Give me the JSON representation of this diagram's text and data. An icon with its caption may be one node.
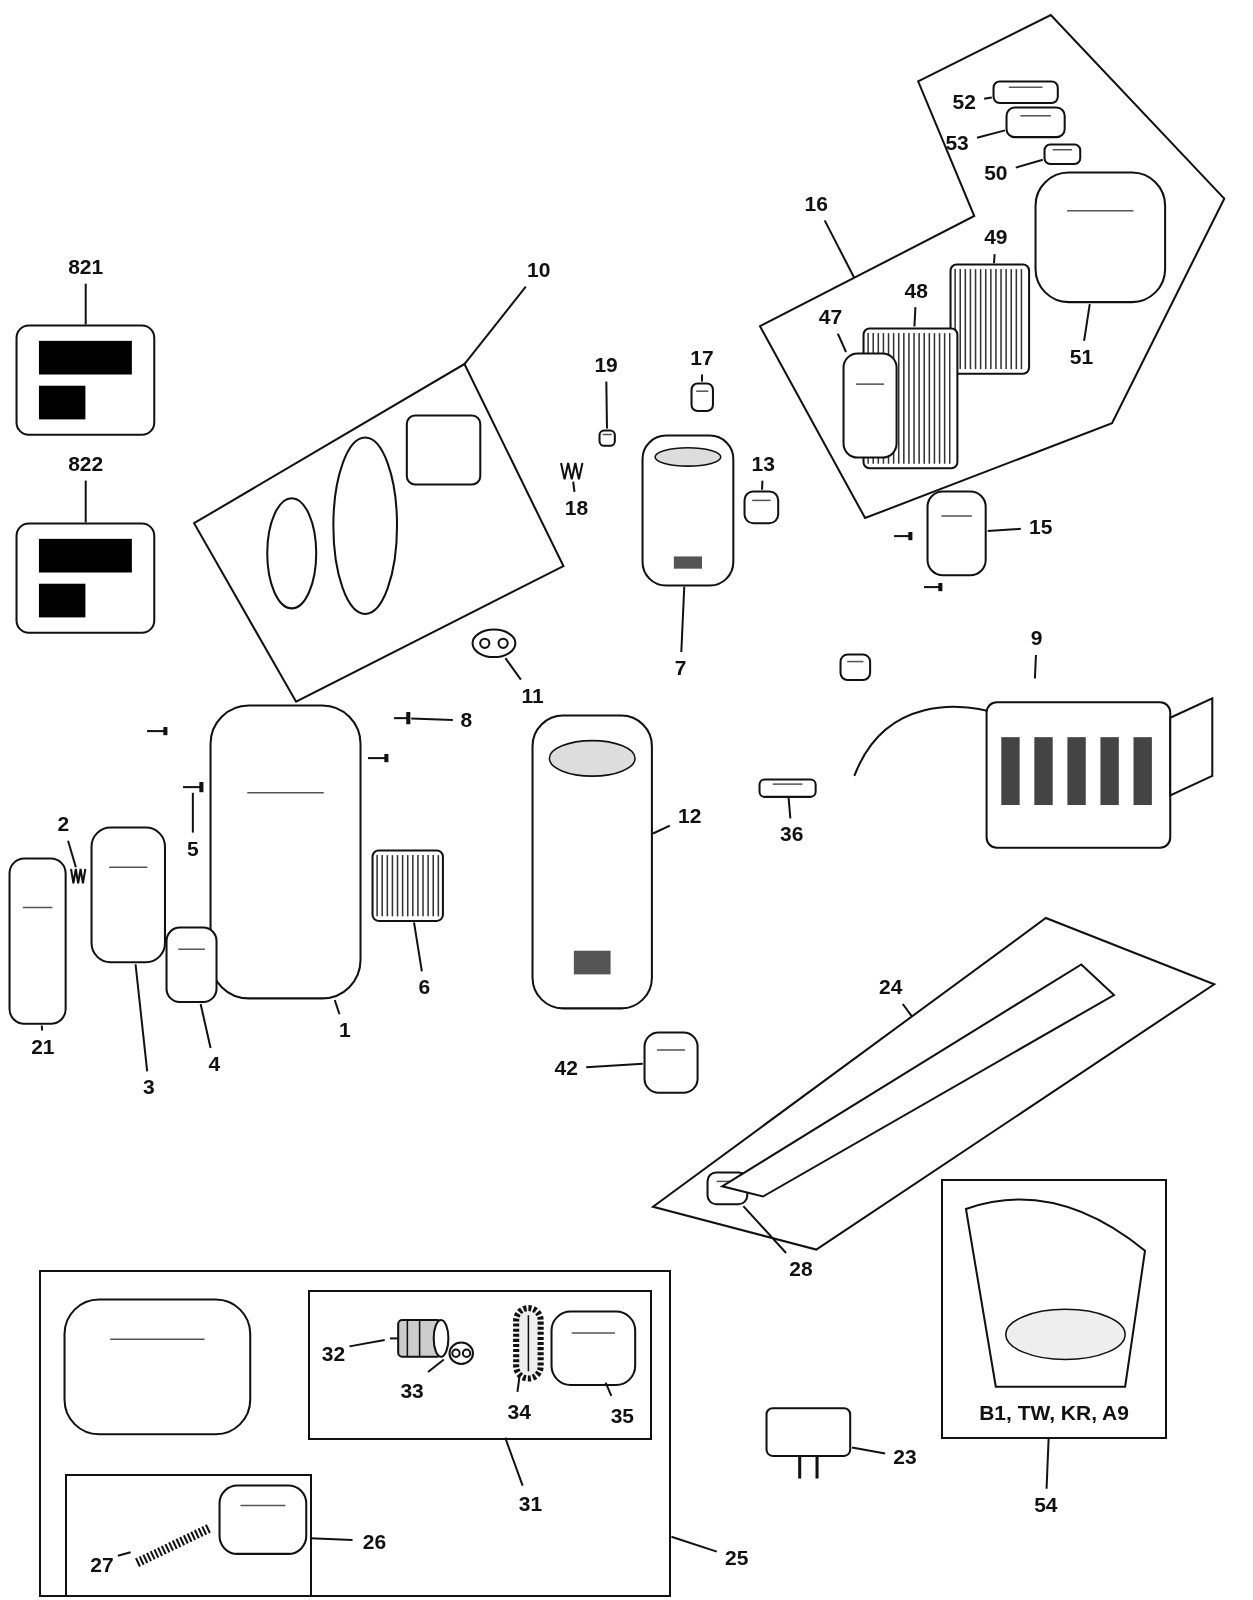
{
  "diagram": {
    "nodes": [
      {
        "text": [
          "821"
        ]
      },
      {
        "text": [],
        "shape": "picture"
      },
      {
        "text": [
          "822"
        ]
      },
      {
        "text": [],
        "shape": "picture"
      },
      {
        "text": [
          "10"
        ]
      },
      {
        "text": [],
        "shape": "box"
      },
      {
        "text": [
          "11"
        ]
      },
      {
        "text": [],
        "shape": "picture"
      },
      {
        "text": [
          "19"
        ]
      },
      {
        "text": [],
        "shape": "picture"
      },
      {
        "text": [
          "18"
        ]
      },
      {
        "text": [],
        "shape": "picture"
      },
      {
        "text": [
          "17"
        ]
      },
      {
        "text": [],
        "shape": "picture"
      },
      {
        "text": [
          "13"
        ]
      },
      {
        "text": [],
        "shape": "picture"
      },
      {
        "text": [
          "7"
        ]
      },
      {
        "text": [],
        "shape": "picture"
      },
      {
        "text": [
          "16"
        ]
      },
      {
        "text": [],
        "shape": "box"
      },
      {
        "text": [
          "52"
        ],
        "in": 19
      },
      {
        "text": [],
        "shape": "picture",
        "in": 19
      },
      {
        "text": [
          "53"
        ],
        "in": 19
      },
      {
        "text": [],
        "shape": "picture",
        "in": 19
      },
      {
        "text": [
          "50"
        ],
        "in": 19
      },
      {
        "text": [],
        "shape": "picture",
        "in": 19
      },
      {
        "text": [
          "49"
        ],
        "in": 19
      },
      {
        "text": [],
        "shape": "picture",
        "in": 19
      },
      {
        "text": [
          "48"
        ],
        "in": 19
      },
      {
        "text": [],
        "shape": "picture",
        "in": 19
      },
      {
        "text": [
          "47"
        ],
        "in": 19
      },
      {
        "text": [],
        "shape": "picture",
        "in": 19
      },
      {
        "text": [
          "51"
        ],
        "in": 19
      },
      {
        "text": [],
        "shape": "picture",
        "in": 19
      },
      {
        "text": [
          "15"
        ]
      },
      {
        "text": [],
        "shape": "picture"
      },
      {
        "text": [
          "9"
        ]
      },
      {
        "text": [],
        "shape": "picture"
      },
      {
        "text": [
          "8"
        ]
      },
      {
        "text": [],
        "shape": "picture"
      },
      {
        "text": [
          "36"
        ]
      },
      {
        "text": [],
        "shape": "picture"
      },
      {
        "text": [
          "12"
        ]
      },
      {
        "text": [],
        "shape": "picture"
      },
      {
        "text": [
          "5"
        ]
      },
      {
        "text": [],
        "shape": "picture"
      },
      {
        "text": [
          "2"
        ]
      },
      {
        "text": [],
        "shape": "picture"
      },
      {
        "text": [
          "6"
        ]
      },
      {
        "text": [],
        "shape": "picture"
      },
      {
        "text": [
          "1"
        ]
      },
      {
        "text": [],
        "shape": "picture"
      },
      {
        "text": [
          "21"
        ]
      },
      {
        "text": [],
        "shape": "picture"
      },
      {
        "text": [
          "3"
        ]
      },
      {
        "text": [],
        "shape": "picture"
      },
      {
        "text": [
          "4"
        ]
      },
      {
        "text": [],
        "shape": "picture"
      },
      {
        "text": [
          "42"
        ]
      },
      {
        "text": [],
        "shape": "picture"
      },
      {
        "text": [
          "24"
        ]
      },
      {
        "text": [],
        "shape": "box"
      },
      {
        "text": [
          "28"
        ]
      },
      {
        "text": [],
        "shape": "picture",
        "in": 61
      },
      {
        "text": [
          "B1, TW, KR, A9"
        ]
      },
      {
        "text": [
          "54"
        ]
      },
      {
        "text": [
          "23"
        ]
      },
      {
        "text": [],
        "shape": "picture"
      },
      {
        "text": [],
        "shape": "box"
      },
      {
        "text": [],
        "shape": "box",
        "in": 68
      },
      {
        "text": [
          "32"
        ],
        "in": 69
      },
      {
        "text": [],
        "shape": "picture",
        "in": 69
      },
      {
        "text": [
          "33"
        ],
        "in": 69
      },
      {
        "text": [],
        "shape": "picture",
        "in": 69
      },
      {
        "text": [
          "34"
        ],
        "in": 69
      },
      {
        "text": [],
        "shape": "picture",
        "in": 69
      },
      {
        "text": [
          "35"
        ],
        "in": 69
      },
      {
        "text": [],
        "shape": "picture",
        "in": 69
      },
      {
        "text": [
          "31"
        ],
        "in": 68
      },
      {
        "text": [],
        "shape": "box",
        "in": 68
      },
      {
        "text": [
          "27"
        ],
        "in": 79
      },
      {
        "text": [],
        "shape": "picture",
        "in": 79
      },
      {
        "text": [
          "26"
        ],
        "in": 68
      },
      {
        "text": [
          "25"
        ]
      }
    ],
    "edges": [
      {
        "from": 0,
        "to": 1,
        "arrow": "none"
      },
      {
        "from": 2,
        "to": 3,
        "arrow": "none"
      },
      {
        "from": 4,
        "to": 5,
        "arrow": "none"
      },
      {
        "from": 6,
        "to": 7,
        "arrow": "none"
      },
      {
        "from": 8,
        "to": 9,
        "arrow": "none"
      },
      {
        "from": 10,
        "to": 11,
        "arrow": "none"
      },
      {
        "from": 12,
        "to": 13,
        "arrow": "none"
      },
      {
        "from": 14,
        "to": 15,
        "arrow": "none"
      },
      {
        "from": 16,
        "to": 17,
        "arrow": "none"
      },
      {
        "from": 18,
        "to": 19,
        "arrow": "none"
      },
      {
        "from": 20,
        "to": 21,
        "arrow": "none"
      },
      {
        "from": 22,
        "to": 23,
        "arrow": "none"
      },
      {
        "from": 24,
        "to": 25,
        "arrow": "none"
      },
      {
        "from": 26,
        "to": 27,
        "arrow": "none"
      },
      {
        "from": 28,
        "to": 29,
        "arrow": "none"
      },
      {
        "from": 30,
        "to": 31,
        "arrow": "none"
      },
      {
        "from": 32,
        "to": 33,
        "arrow": "none"
      },
      {
        "from": 34,
        "to": 35,
        "arrow": "none"
      },
      {
        "from": 36,
        "to": 37,
        "arrow": "none"
      },
      {
        "from": 38,
        "to": 39,
        "arrow": "none"
      },
      {
        "from": 40,
        "to": 41,
        "arrow": "none"
      },
      {
        "from": 42,
        "to": 43,
        "arrow": "none"
      },
      {
        "from": 44,
        "to": 45,
        "arrow": "none"
      },
      {
        "from": 46,
        "to": 47,
        "arrow": "none"
      },
      {
        "from": 48,
        "to": 49,
        "arrow": "none"
      },
      {
        "from": 50,
        "to": 51,
        "arrow": "none"
      },
      {
        "from": 52,
        "to": 53,
        "arrow": "none"
      },
      {
        "from": 54,
        "to": 55,
        "arrow": "none"
      },
      {
        "from": 56,
        "to": 57,
        "arrow": "none"
      },
      {
        "from": 58,
        "to": 59,
        "arrow": "none"
      },
      {
        "from": 60,
        "to": 61,
        "arrow": "none"
      },
      {
        "from": 62,
        "to": 63,
        "arrow": "none"
      },
      {
        "from": 65,
        "to": 64,
        "arrow": "none"
      },
      {
        "from": 66,
        "to": 67,
        "arrow": "none"
      },
      {
        "from": 70,
        "to": 71,
        "arrow": "none"
      },
      {
        "from": 72,
        "to": 73,
        "arrow": "none"
      },
      {
        "from": 74,
        "to": 75,
        "arrow": "none"
      },
      {
        "from": 76,
        "to": 77,
        "arrow": "none"
      },
      {
        "from": 78,
        "to": 69,
        "arrow": "none"
      },
      {
        "from": 80,
        "to": 81,
        "arrow": "none"
      },
      {
        "from": 82,
        "to": 79,
        "arrow": "none"
      },
      {
        "from": 83,
        "to": 68,
        "arrow": "none"
      }
    ]
  }
}
